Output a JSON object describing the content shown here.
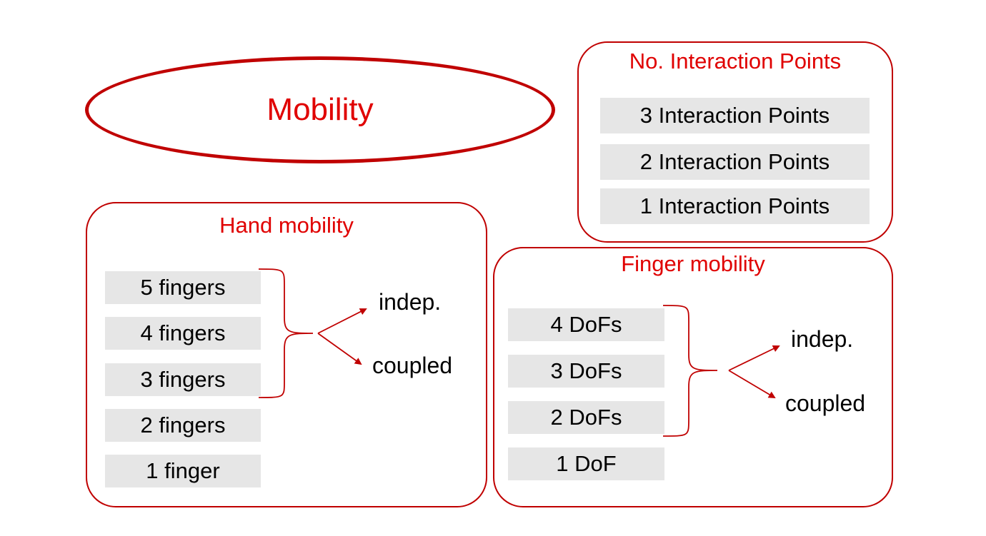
{
  "title": "Mobility",
  "interaction_panel": {
    "title": "No. Interaction Points",
    "items": [
      "3 Interaction Points",
      "2 Interaction Points",
      "1 Interaction Points"
    ]
  },
  "hand_panel": {
    "title": "Hand mobility",
    "items": [
      "5 fingers",
      "4 fingers",
      "3 fingers",
      "2 fingers",
      "1 finger"
    ],
    "branch_top": "indep.",
    "branch_bottom": "coupled"
  },
  "finger_panel": {
    "title": "Finger mobility",
    "items": [
      "4 DoFs",
      "3 DoFs",
      "2 DoFs",
      "1 DoF"
    ],
    "branch_top": "indep.",
    "branch_bottom": "coupled"
  },
  "colors": {
    "accent": "#c00000",
    "title_text": "#e00000",
    "chip_bg": "#e6e6e6"
  }
}
